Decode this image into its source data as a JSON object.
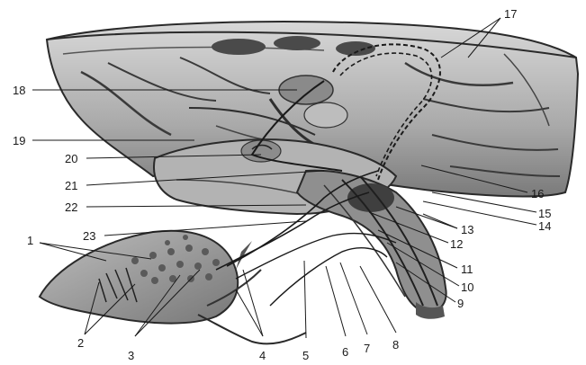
{
  "figure": {
    "numbers": [
      "1",
      "2",
      "3",
      "4",
      "5",
      "6",
      "7",
      "8",
      "9",
      "10",
      "11",
      "12",
      "13",
      "14",
      "15",
      "16",
      "17",
      "18",
      "19",
      "20",
      "21",
      "22",
      "23"
    ]
  },
  "colors": {
    "ink": "#1a1a1a",
    "tissue_light": "#c9c9c9",
    "tissue_mid": "#9c9c9c",
    "tissue_dark": "#5e5e5e",
    "paper": "#ffffff"
  }
}
